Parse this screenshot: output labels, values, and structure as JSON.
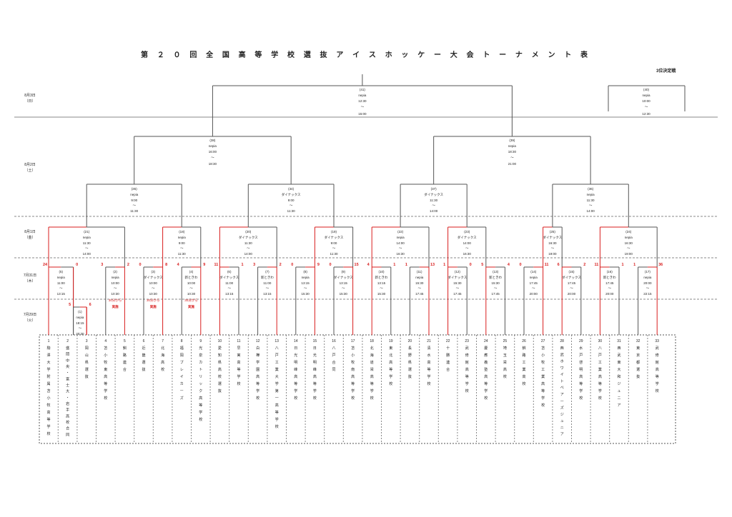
{
  "title": "第 ２ ０ 回 全 国 高 等 学 校 選 抜 ア イ ス ホ ッ ケ ー 大 会 ト ー ナ メ ン ト 表",
  "third_place_label": "3位決定戦",
  "days": [
    {
      "date": "8月3日",
      "dow": "（日）"
    },
    {
      "date": "8月2日",
      "dow": "（土）"
    },
    {
      "date": "8月1日",
      "dow": "（金）"
    },
    {
      "date": "7月31日",
      "dow": "（木）"
    },
    {
      "date": "7月29日",
      "dow": "（火）"
    }
  ],
  "teams": [
    {
      "no": "1",
      "name": "駒澤大学附属苫小牧高等学校"
    },
    {
      "no": "2",
      "name": "盛岡中央・富士大・岩手高校合同"
    },
    {
      "no": "3",
      "name": "岡山県選抜"
    },
    {
      "no": "4",
      "name": "苫小牧東高等学校"
    },
    {
      "no": "5",
      "name": "釧路連合"
    },
    {
      "no": "6",
      "name": "近畿選抜"
    },
    {
      "no": "7",
      "name": "北海高校"
    },
    {
      "no": "8",
      "name": "福岡ブレイカーズ"
    },
    {
      "no": "9",
      "name": "光泉カトリック高等学校"
    },
    {
      "no": "10",
      "name": "愛知県高校選抜"
    },
    {
      "no": "11",
      "name": "早実高等学校"
    },
    {
      "no": "12",
      "name": "白樺学園高等学校"
    },
    {
      "no": "13",
      "name": "八戸工業大学第一高等学校"
    },
    {
      "no": "14",
      "name": "日光明峰高等学校"
    },
    {
      "no": "15",
      "name": "日光明峰高等学校"
    },
    {
      "no": "16",
      "name": "八戸合同"
    },
    {
      "no": "17",
      "name": "苫小牧南高等学校"
    },
    {
      "no": "18",
      "name": "北海道栄高等学校"
    },
    {
      "no": "19",
      "name": "東北高等学校"
    },
    {
      "no": "20",
      "name": "長野県選抜"
    },
    {
      "no": "21",
      "name": "清水高等学校"
    },
    {
      "no": "22",
      "name": "十勝連合"
    },
    {
      "no": "23",
      "name": "武修館高等学校"
    },
    {
      "no": "24",
      "name": "慶應義塾高等学校"
    },
    {
      "no": "25",
      "name": "埼玉栄高校"
    },
    {
      "no": "26",
      "name": "釧路工業高校"
    },
    {
      "no": "27",
      "name": "苫小牧工業高等学校"
    },
    {
      "no": "28",
      "name": "西武ホワイトベアーズジュニア"
    },
    {
      "no": "29",
      "name": "水戸啓明高等学校"
    },
    {
      "no": "30",
      "name": "八戸工業高等学校"
    },
    {
      "no": "31",
      "name": "西武東大和ジュニア"
    },
    {
      "no": "32",
      "name": "東京都選抜"
    },
    {
      "no": "33",
      "name": "武修館高等学校"
    }
  ],
  "matches": [
    {
      "id": "m1",
      "num": "(1)",
      "venue": "nepia",
      "start": "18:15",
      "sep": "〜",
      "end": "20:30"
    },
    {
      "id": "m2",
      "num": "(2)",
      "venue": "nepia",
      "start": "10:00",
      "sep": "〜",
      "end": "10:30",
      "note1": "30分から",
      "note2": "実施"
    },
    {
      "id": "m3",
      "num": "(3)",
      "venue": "ダイナックス",
      "start": "10:00",
      "sep": "〜",
      "end": "10:30",
      "note1": "30分から",
      "note2": "実施"
    },
    {
      "id": "m4",
      "num": "(4)",
      "venue": "新ときわ",
      "start": "10:00",
      "sep": "〜",
      "end": "10:30",
      "note1": "30分から",
      "note2": "実施"
    },
    {
      "id": "m5",
      "num": "(5)",
      "venue": "nepia",
      "start": "11:00",
      "sep": "〜",
      "end": "13:15"
    },
    {
      "id": "m6",
      "num": "(6)",
      "venue": "ダイナックス",
      "start": "11:00",
      "sep": "〜",
      "end": "13:15"
    },
    {
      "id": "m7",
      "num": "(7)",
      "venue": "新ときわ",
      "start": "11:00",
      "sep": "〜",
      "end": "13:15"
    },
    {
      "id": "m8",
      "num": "(8)",
      "venue": "nepia",
      "start": "13:15",
      "sep": "〜",
      "end": "15:30"
    },
    {
      "id": "m9",
      "num": "(9)",
      "venue": "ダイナックス",
      "start": "13:15",
      "sep": "〜",
      "end": "15:30"
    },
    {
      "id": "m10",
      "num": "(10)",
      "venue": "新ときわ",
      "start": "13:15",
      "sep": "〜",
      "end": "15:30"
    },
    {
      "id": "m11",
      "num": "(11)",
      "venue": "nepia",
      "start": "15:30",
      "sep": "〜",
      "end": "17:45"
    },
    {
      "id": "m12",
      "num": "(12)",
      "venue": "ダイナックス",
      "start": "15:30",
      "sep": "〜",
      "end": "17:45"
    },
    {
      "id": "m13",
      "num": "(13)",
      "venue": "新ときわ",
      "start": "15:30",
      "sep": "〜",
      "end": "17:45"
    },
    {
      "id": "m14",
      "num": "(14)",
      "venue": "nepia",
      "start": "17:45",
      "sep": "〜",
      "end": "20:00"
    },
    {
      "id": "m15",
      "num": "(15)",
      "venue": "ダイナックス",
      "start": "17:45",
      "sep": "〜",
      "end": "20:00"
    },
    {
      "id": "m16",
      "num": "(16)",
      "venue": "新ときわ",
      "start": "17:45",
      "sep": "〜",
      "end": "20:00"
    },
    {
      "id": "m17",
      "num": "(17)",
      "venue": "nepia",
      "start": "20:00",
      "sep": "〜",
      "end": "22:15"
    },
    {
      "id": "m18",
      "num": "(18)",
      "venue": "nepia",
      "start": "9:00",
      "sep": "〜",
      "end": "11:30"
    },
    {
      "id": "m19",
      "num": "(19)",
      "venue": "ダイナックス",
      "start": "9:00",
      "sep": "〜",
      "end": "11:30"
    },
    {
      "id": "m20",
      "num": "(20)",
      "venue": "ダイナックス",
      "start": "11:30",
      "sep": "〜",
      "end": "14:00"
    },
    {
      "id": "m21",
      "num": "(21)",
      "venue": "nepia",
      "start": "11:30",
      "sep": "〜",
      "end": "14:00"
    },
    {
      "id": "m22",
      "num": "(22)",
      "venue": "nepia",
      "start": "14:00",
      "sep": "〜",
      "end": "16:30"
    },
    {
      "id": "m23",
      "num": "(23)",
      "venue": "ダイナックス",
      "start": "14:00",
      "sep": "〜",
      "end": "16:30"
    },
    {
      "id": "m24",
      "num": "(24)",
      "venue": "nepia",
      "start": "16:30",
      "sep": "〜",
      "end": "19:00"
    },
    {
      "id": "m25",
      "num": "(25)",
      "venue": "ダイナックス",
      "start": "16:30",
      "sep": "〜",
      "end": "19:00"
    },
    {
      "id": "m35",
      "num": "(35)",
      "venue": "nepia",
      "start": "9:00",
      "sep": "〜",
      "end": "11:30"
    },
    {
      "id": "m34",
      "num": "(34)",
      "venue": "ダイナックス",
      "start": "9:00",
      "sep": "〜",
      "end": "11:30"
    },
    {
      "id": "m37",
      "num": "(37)",
      "venue": "ダイナックス",
      "start": "11:30",
      "sep": "〜",
      "end": "14:00"
    },
    {
      "id": "m36",
      "num": "(36)",
      "venue": "nepia",
      "start": "11:30",
      "sep": "〜",
      "end": "14:00"
    },
    {
      "id": "m38",
      "num": "(38)",
      "venue": "nepia",
      "start": "16:00",
      "sep": "〜",
      "end": "18:30"
    },
    {
      "id": "m39",
      "num": "(39)",
      "venue": "nepia",
      "start": "18:30",
      "sep": "〜",
      "end": "21:00"
    },
    {
      "id": "m41",
      "num": "(41)",
      "venue": "nepia",
      "start": "12:30",
      "sep": "〜",
      "end": "15:00"
    },
    {
      "id": "m40",
      "num": "(40)",
      "venue": "nepia",
      "start": "10:00",
      "sep": "〜",
      "end": "12:30"
    }
  ],
  "scores": {
    "m1": [
      "5",
      "6"
    ],
    "m5": [
      "24",
      "0"
    ],
    "m2": [
      "3",
      "2"
    ],
    "m3": [
      "0",
      "8"
    ],
    "m4": [
      "4",
      "9"
    ],
    "m6": [
      "11",
      "1"
    ],
    "m7": [
      "3",
      "2"
    ],
    "m8": [
      "0",
      "9"
    ],
    "m9": [
      "0",
      "15"
    ],
    "m10": [
      "4",
      "1"
    ],
    "m11": [
      "1",
      "13"
    ],
    "m12": [
      "1",
      "0"
    ],
    "m13": [
      "5",
      "4"
    ],
    "m14": [
      "0",
      "11"
    ],
    "m15": [
      "6",
      "2"
    ],
    "m16": [
      "11",
      "1"
    ],
    "m17": [
      "1",
      "36"
    ]
  },
  "colors": {
    "winner": "#d81e1e",
    "line": "#555555",
    "dash": "#888888"
  }
}
